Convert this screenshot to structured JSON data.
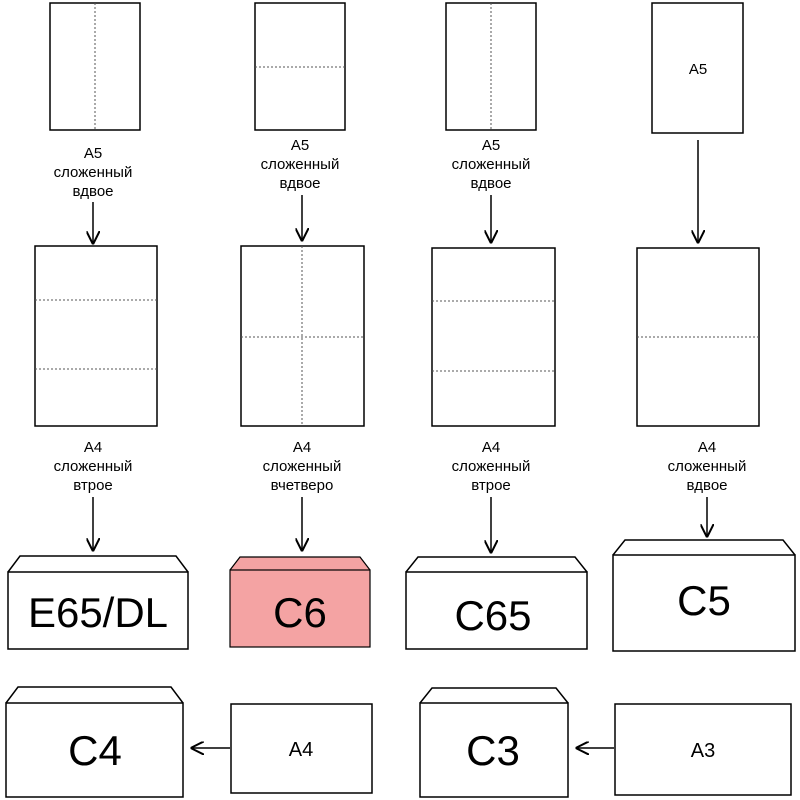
{
  "columns": [
    {
      "top_sheet": {
        "line1": "A5",
        "line2": "сложенный",
        "line3": "вдвое"
      },
      "mid_sheet": {
        "line1": "A4",
        "line2": "сложенный",
        "line3": "втрое"
      },
      "envelope": "E65/DL"
    },
    {
      "top_sheet": {
        "line1": "A5",
        "line2": "сложенный",
        "line3": "вдвое"
      },
      "mid_sheet": {
        "line1": "A4",
        "line2": "сложенный",
        "line3": "вчетверо"
      },
      "envelope": "C6"
    },
    {
      "top_sheet": {
        "line1": "A5",
        "line2": "сложенный",
        "line3": "вдвое"
      },
      "mid_sheet": {
        "line1": "A4",
        "line2": "сложенный",
        "line3": "втрое"
      },
      "envelope": "C65"
    },
    {
      "top_sheet": {
        "inside": "A5"
      },
      "mid_sheet": {
        "line1": "A4",
        "line2": "сложенный",
        "line3": "вдвое"
      },
      "envelope": "C5"
    }
  ],
  "bottom_row": [
    {
      "envelope": "C4",
      "sheet": "A4"
    },
    {
      "envelope": "C3",
      "sheet": "A3"
    }
  ],
  "colors": {
    "highlight_envelope": "#f4a3a3",
    "stroke": "#000000",
    "fold_line": "#555555"
  }
}
